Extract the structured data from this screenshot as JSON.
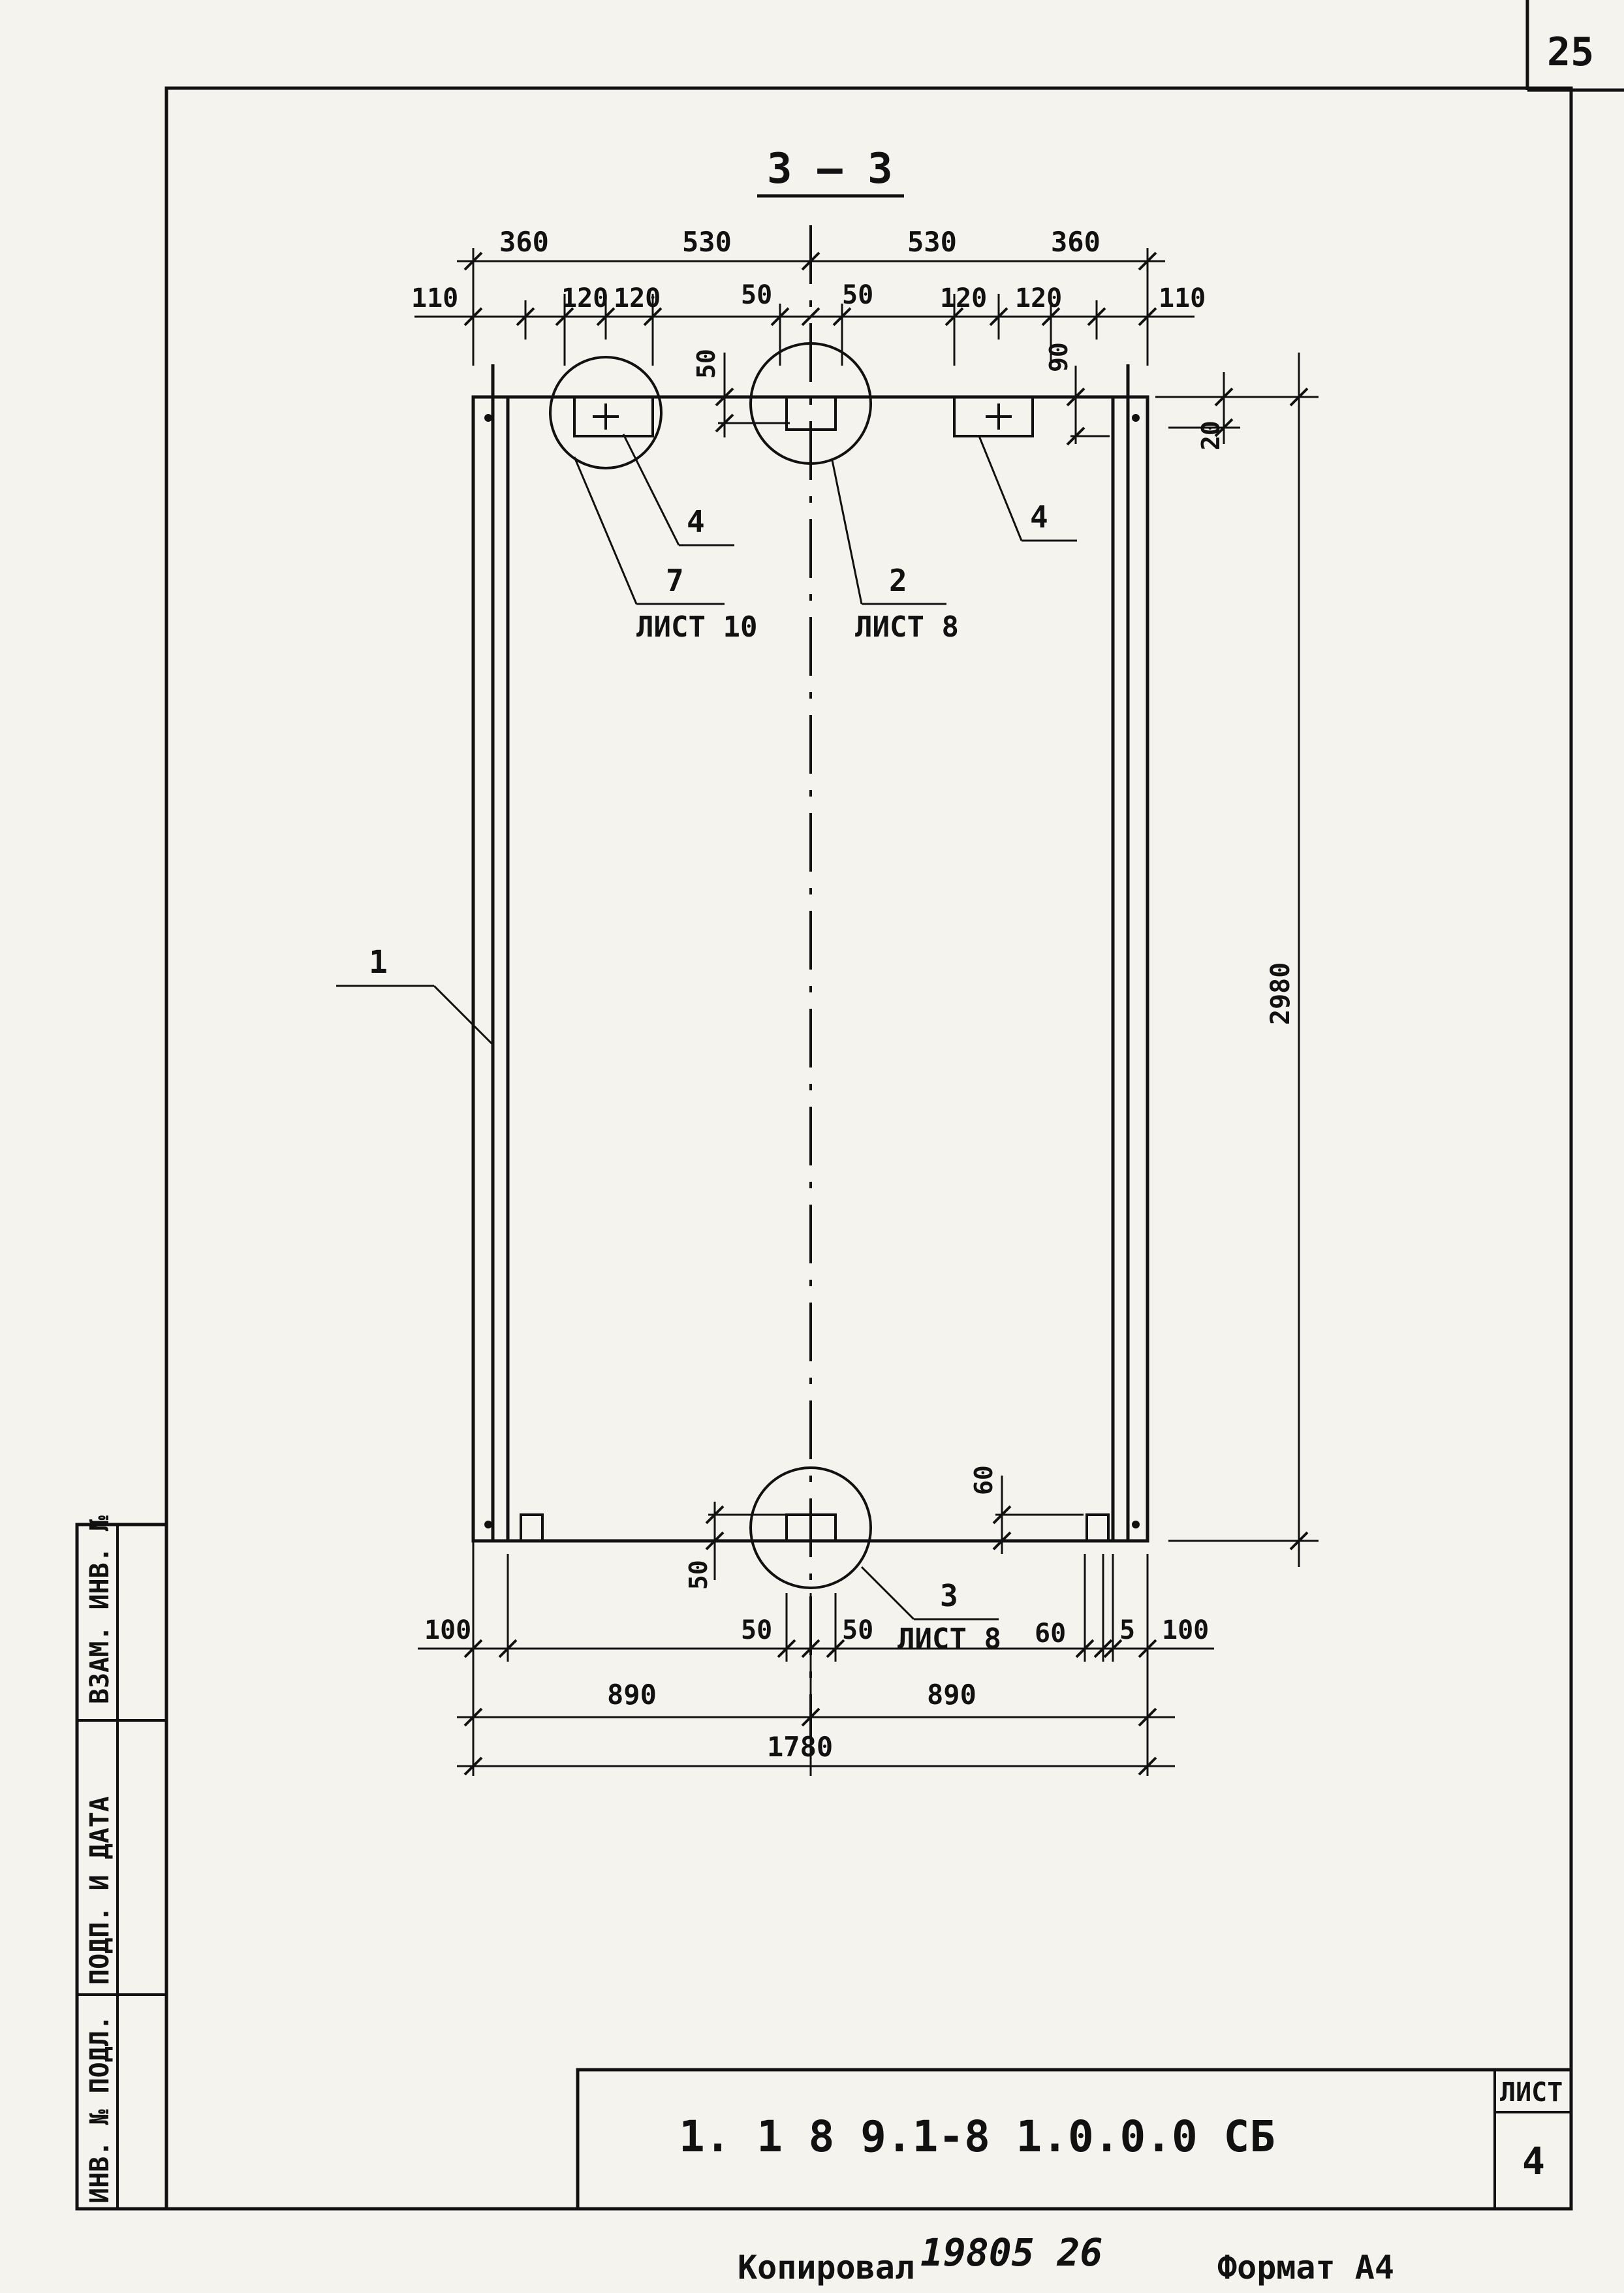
{
  "page_number": "25",
  "section_label": "3 — 3",
  "dimensions": {
    "top_row1": [
      "360",
      "530",
      "530",
      "360"
    ],
    "top_row2": [
      "110",
      "120",
      "120",
      "50",
      "50",
      "120",
      "120",
      "110"
    ],
    "top_v_50": "50",
    "top_v_90": "90",
    "right_20": "20",
    "height_2980": "2980",
    "bottom_v_60": "60",
    "bottom_v_50": "50",
    "bottom_row1": [
      "100",
      "50",
      "50",
      "60",
      "5",
      "100"
    ],
    "bottom_row2": [
      "890",
      "890"
    ],
    "total_width": "1780"
  },
  "callouts": {
    "item_1": "1",
    "item_4_left": "4",
    "item_4_right": "4",
    "node_7": "7",
    "node_7_sheet": "ЛИСТ 10",
    "node_2": "2",
    "node_2_sheet": "ЛИСТ 8",
    "node_3": "3",
    "node_3_sheet": "ЛИСТ 8"
  },
  "side_stamp": {
    "field1": "ВЗАМ. ИНВ. №",
    "field2": "ПОДП. И ДАТА",
    "field3": "ИНВ. № ПОДЛ."
  },
  "title_block": {
    "code": "1. 1 8 9.1-8   1.0.0.0   СБ",
    "sheet_label": "ЛИСТ",
    "sheet_number": "4"
  },
  "footer": {
    "copied": "Копировал",
    "number": "19805  26",
    "format": "Формат А4"
  }
}
